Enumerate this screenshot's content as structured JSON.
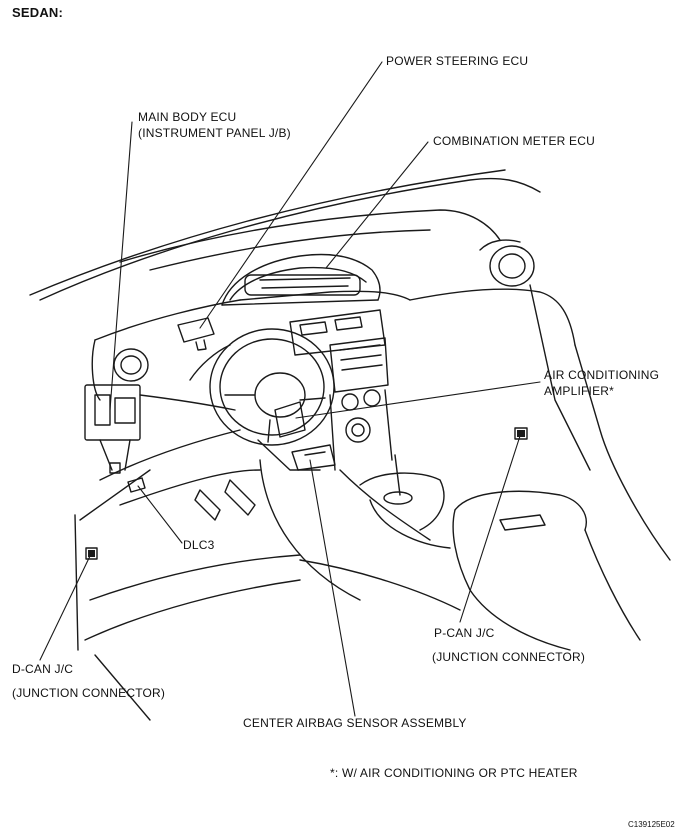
{
  "header": {
    "vehicle": "SEDAN:"
  },
  "labels": {
    "power_steering_ecu": "POWER STEERING ECU",
    "main_body_ecu_line1": "MAIN BODY ECU",
    "main_body_ecu_line2": "(INSTRUMENT PANEL J/B)",
    "combination_meter_ecu": "COMBINATION METER ECU",
    "air_conditioning_line1": "AIR CONDITIONING",
    "air_conditioning_line2": "AMPLIFIER*",
    "dlc3": "DLC3",
    "pcan_line1": "P-CAN J/C",
    "pcan_line2": "(JUNCTION CONNECTOR)",
    "dcan_line1": "D-CAN J/C",
    "dcan_line2": "(JUNCTION CONNECTOR)",
    "center_airbag": "CENTER AIRBAG SENSOR ASSEMBLY"
  },
  "footnote": "*: W/ AIR CONDITIONING OR PTC HEATER",
  "figure_code": "C139125E02"
}
